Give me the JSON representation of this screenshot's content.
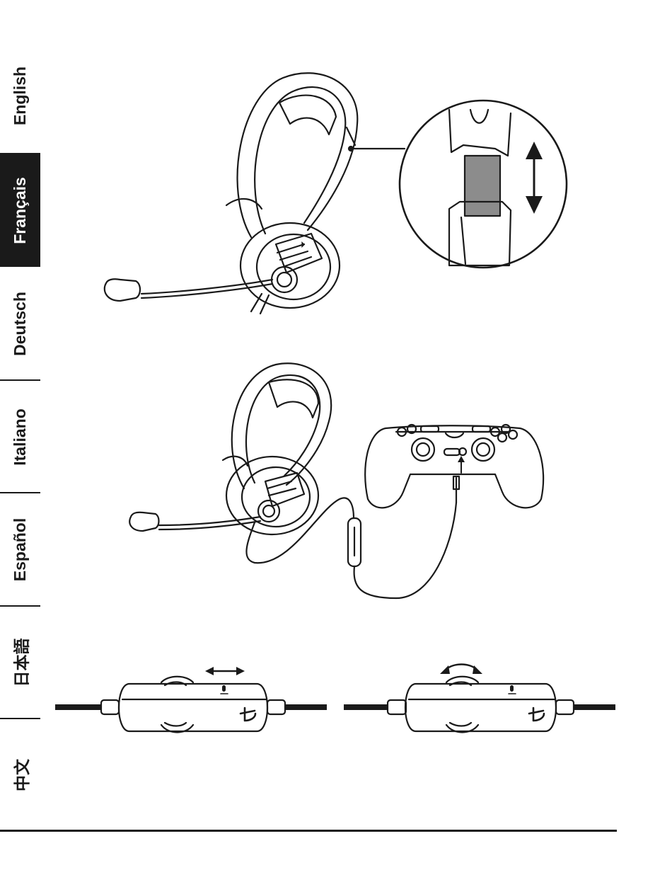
{
  "language_tabs": [
    {
      "label": "English",
      "active": false
    },
    {
      "label": "Français",
      "active": true
    },
    {
      "label": "Deutsch",
      "active": false
    },
    {
      "label": "Italiano",
      "active": false
    },
    {
      "label": "Español",
      "active": false
    },
    {
      "label": "日本語",
      "active": false
    },
    {
      "label": "中文",
      "active": false
    }
  ],
  "colors": {
    "ink": "#1a1a1a",
    "active_tab_bg": "#1a1a1a",
    "active_tab_text": "#ffffff",
    "slider_fill": "#8c8c8c"
  },
  "illustrations": [
    {
      "name": "headband-adjustment",
      "icon": "double-arrow-vertical-icon"
    },
    {
      "name": "headset-controller-connection",
      "icon": "arrow-up-icon"
    },
    {
      "name": "inline-mute-switch",
      "icon": "double-arrow-horizontal-icon"
    },
    {
      "name": "inline-volume-wheel",
      "icon": "curved-double-arrow-icon"
    }
  ]
}
